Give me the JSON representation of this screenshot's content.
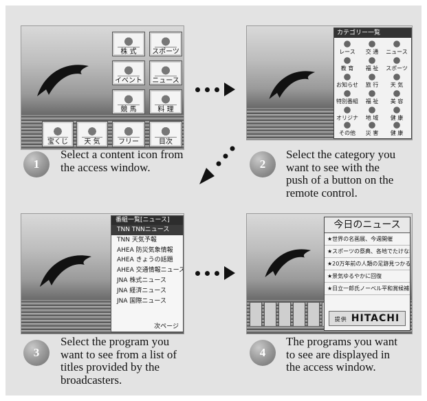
{
  "steps": [
    {
      "number": "1",
      "text_line1": "Select a content icon from",
      "text_line2": "the access window."
    },
    {
      "number": "2",
      "text_line1": "Select the category you",
      "text_line2": "want to see with the",
      "text_line3": "push of a button on the",
      "text_line4": "remote control."
    },
    {
      "number": "3",
      "text_line1": "Select the program you",
      "text_line2": "want to see from a list of",
      "text_line3": "titles provided by the",
      "text_line4": "broadcasters."
    },
    {
      "number": "4",
      "text_line1": "The programs you want",
      "text_line2": "to see are displayed in",
      "text_line3": "the access window."
    }
  ],
  "screen1": {
    "icons": [
      {
        "label": "株 式",
        "icon": "stock-chart-icon"
      },
      {
        "label": "スポーツ",
        "icon": "sports-icon"
      },
      {
        "label": "イベント",
        "icon": "event-icon"
      },
      {
        "label": "ニュース",
        "icon": "news-icon"
      },
      {
        "label": "競 馬",
        "icon": "horse-racing-icon"
      },
      {
        "label": "料 理",
        "icon": "cooking-icon"
      },
      {
        "label": "宝くじ",
        "icon": "lottery-icon"
      },
      {
        "label": "天 気",
        "icon": "weather-icon"
      },
      {
        "label": "フリー",
        "icon": "free-icon"
      },
      {
        "label": "目次",
        "icon": "index-icon"
      }
    ]
  },
  "screen2": {
    "header": "カテゴリー一覧",
    "categories": [
      "レース",
      "交 通",
      "ニュース",
      "教 育",
      "福 祉",
      "スポーツ",
      "お知らせ",
      "旅 行",
      "天 気",
      "特別番組",
      "福 祉",
      "美 容",
      "オリジナル",
      "地 域",
      "健 康",
      "その他",
      "災 害",
      "健 康"
    ]
  },
  "screen3": {
    "header": "番組一覧[ニュース]",
    "rows": [
      "TNN TNNニュース",
      "TNN 天気予報",
      "AHEA 防災気象情報",
      "AHEA きょうの話題",
      "AHEA 交通情報ニュース",
      "JNA 株式ニュース",
      "JNA 経済ニュース",
      "JNA 国際ニュース"
    ],
    "more": "次ページ"
  },
  "screen4": {
    "title": "今日のニュース",
    "rows": [
      "★世界の名画展、今週開催",
      "★スポーツの祭典、各地でたけなわ",
      "★20万年前の人類の足跡見つかる",
      "★景気ゆるやかに回復",
      "★日立一郎氏ノーベル平和賞候補に"
    ],
    "sponsor_label": "提供",
    "sponsor": "HITACHI"
  }
}
